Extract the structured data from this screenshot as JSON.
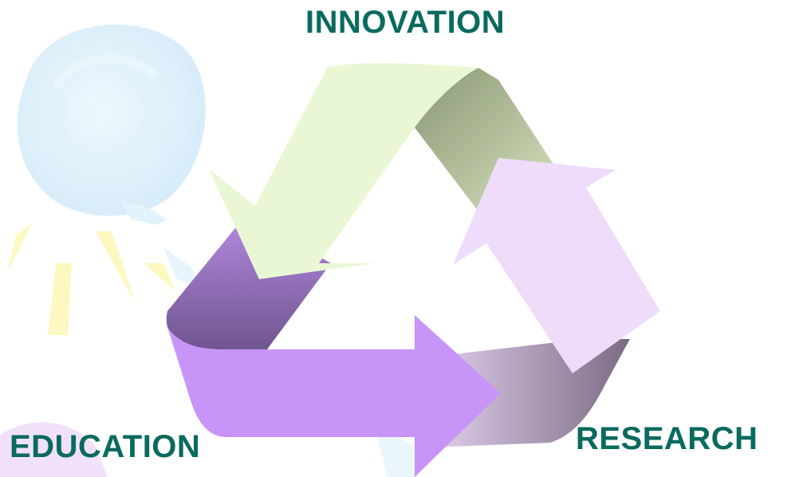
{
  "diagram": {
    "nodes": [
      {
        "id": "innovation",
        "label": "INNOVATION"
      },
      {
        "id": "research",
        "label": "RESEARCH"
      },
      {
        "id": "education",
        "label": "EDUCATION"
      }
    ],
    "cycle": [
      "education",
      "research",
      "innovation",
      "education"
    ]
  },
  "colors": {
    "label_text": "#0a6a5e",
    "arrow_green_light": "#eaf7d4",
    "arrow_green_dark": "#8f9b78",
    "arrow_lavender_light": "#efdcfa",
    "arrow_grey_purple": "#7b6a82",
    "arrow_purple": "#c794f8",
    "arrow_purple_dark": "#7a5a9a",
    "background_sun": "#d6eefb",
    "background_rays": "#fdf6b0",
    "background_violet": "#ecd9f7"
  },
  "icons": {
    "background": "sun-clipart-icon"
  }
}
